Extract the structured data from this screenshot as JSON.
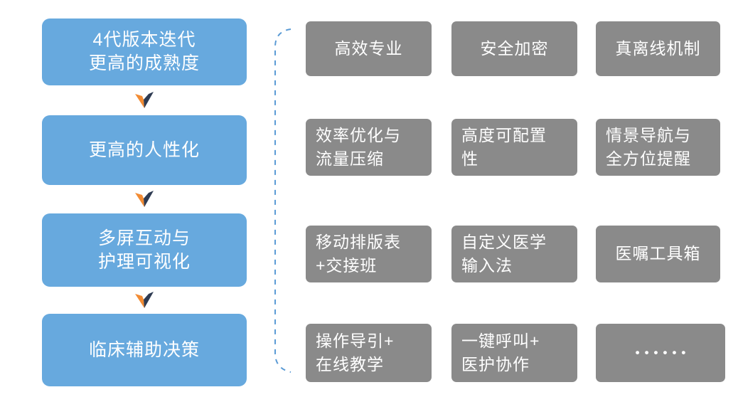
{
  "palette": {
    "step_blue": "#67A9DE",
    "cell_gray": "#8A8A8A",
    "arrow_orange": "#F28B33",
    "arrow_navy": "#2E3B52",
    "bracket_blue": "#5B9BD5",
    "text_white": "#FFFFFF"
  },
  "flow": {
    "steps": [
      {
        "lines": [
          "4代版本迭代",
          "更高的成熟度"
        ]
      },
      {
        "lines": [
          "更高的人性化"
        ]
      },
      {
        "lines": [
          "多屏互动与",
          "护理可视化"
        ]
      },
      {
        "lines": [
          "临床辅助决策"
        ]
      }
    ]
  },
  "features": {
    "rows": [
      {
        "cells": [
          {
            "lines": [
              "高效专业"
            ]
          },
          {
            "lines": [
              "安全加密"
            ]
          },
          {
            "lines": [
              "真离线机制"
            ]
          }
        ]
      },
      {
        "cells": [
          {
            "lines": [
              "效率优化与",
              "流量压缩"
            ]
          },
          {
            "lines": [
              "高度可配置",
              "性"
            ]
          },
          {
            "lines": [
              "情景导航与",
              "全方位提醒"
            ]
          }
        ]
      },
      {
        "cells": [
          {
            "lines": [
              "移动排版表",
              "+交接班"
            ]
          },
          {
            "lines": [
              "自定义医学",
              "输入法"
            ]
          },
          {
            "lines": [
              "医嘱工具箱"
            ]
          }
        ]
      },
      {
        "cells": [
          {
            "lines": [
              "操作导引+",
              "在线教学"
            ]
          },
          {
            "lines": [
              "一键呼叫+",
              "医护协作"
            ]
          },
          {
            "lines": [
              "••••••"
            ]
          }
        ]
      }
    ]
  }
}
